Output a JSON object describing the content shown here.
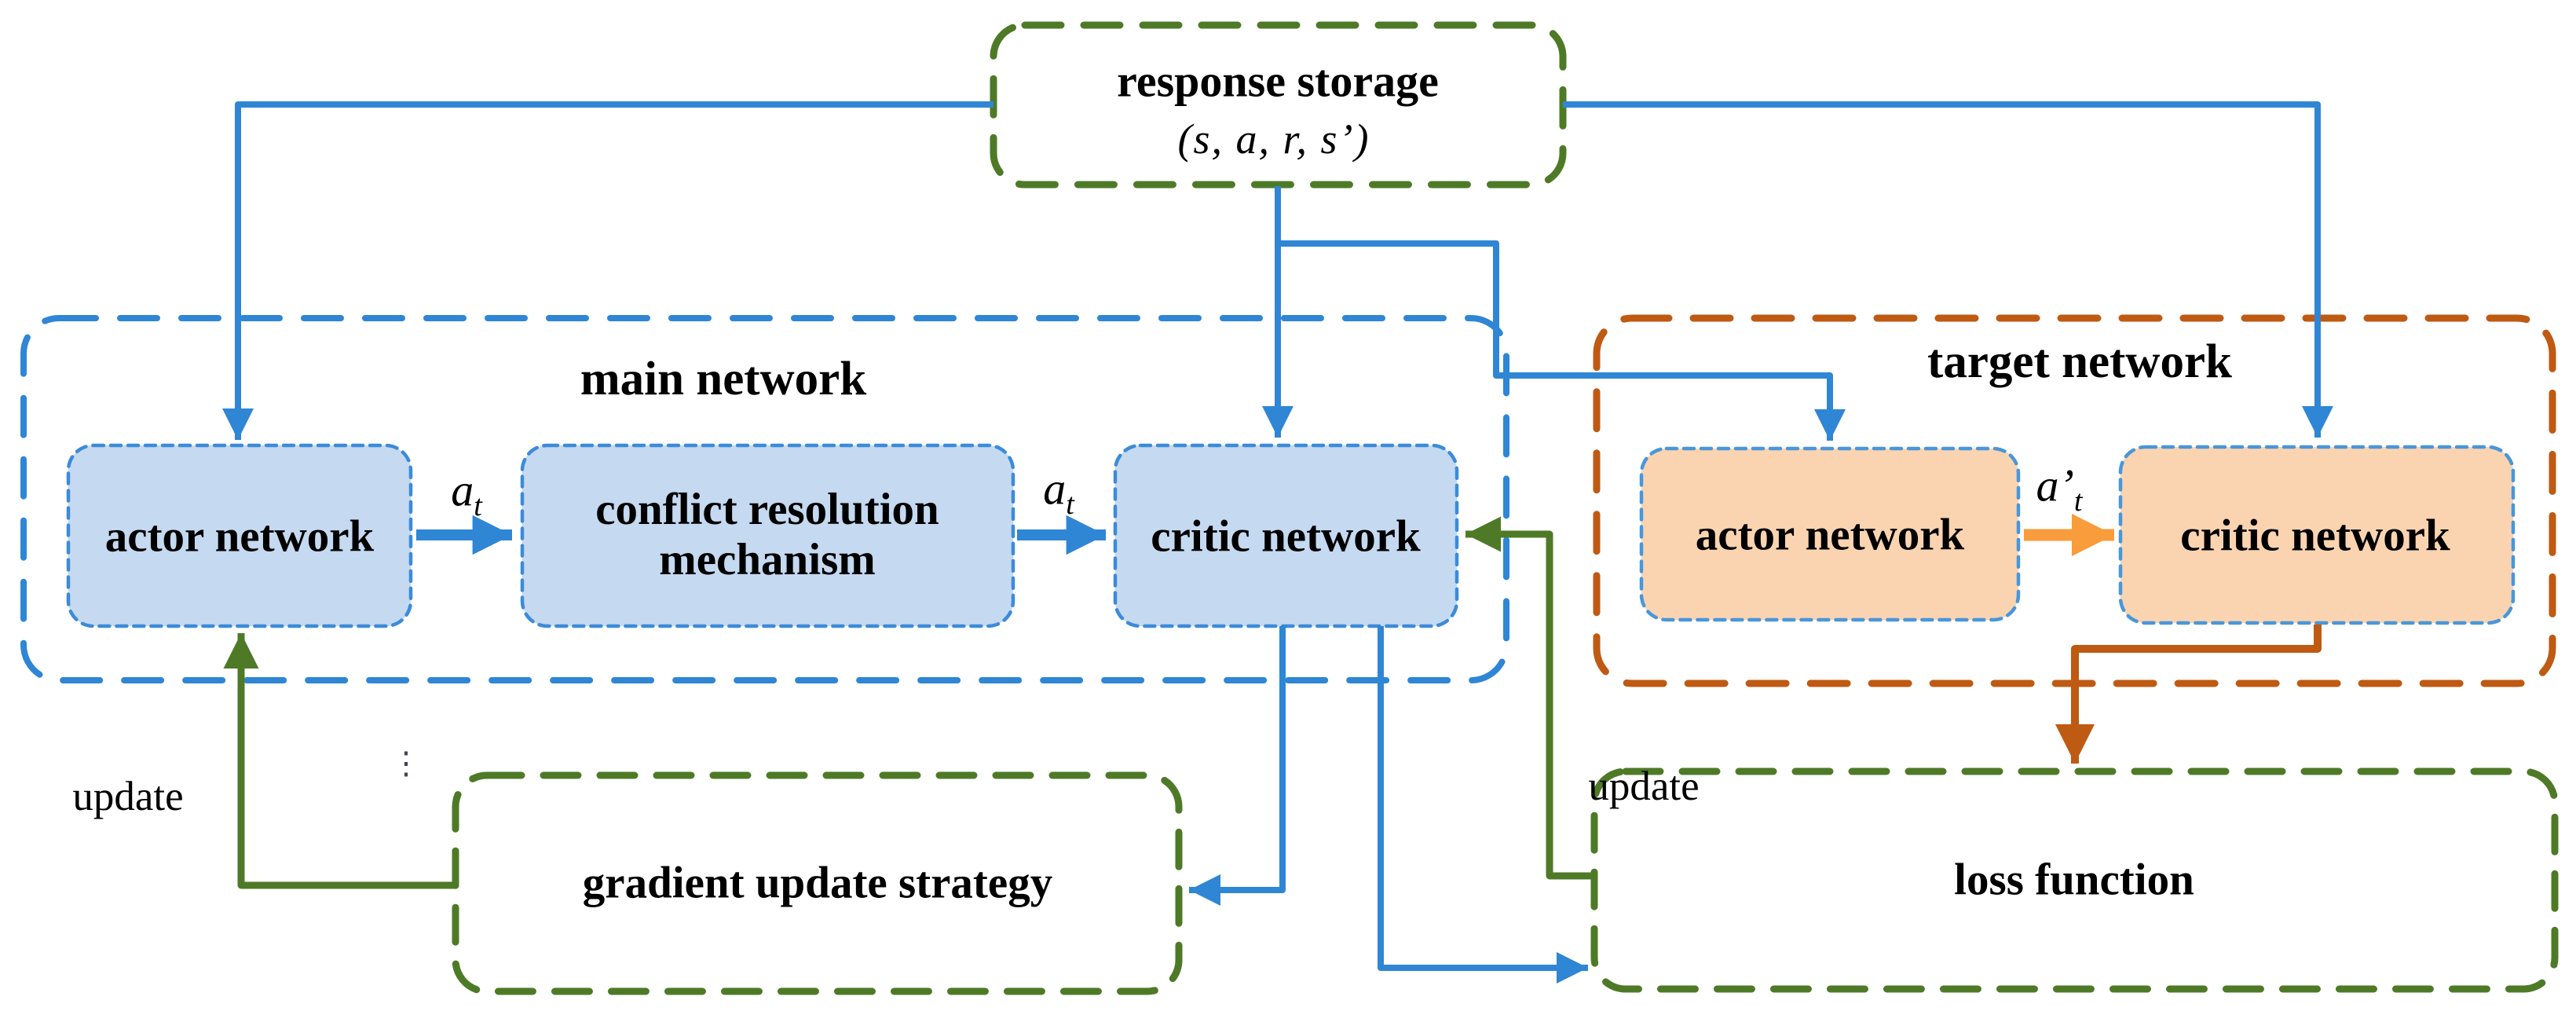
{
  "diagram": {
    "kind": "actor-critic reinforcement learning architecture",
    "colors": {
      "blue_line": "#2e86d4",
      "blue_box_fill": "#c5d9f0",
      "blue_box_border": "#3c8bd9",
      "orange_box_fill": "#fad4b1",
      "orange_box_border": "#4a96d9",
      "olive_green": "#4e7a27",
      "brown": "#bf5a12",
      "orange_arrow": "#f89c3c",
      "text": "#000000"
    }
  },
  "boxes": {
    "response_storage": {
      "title": "response storage",
      "subtitle": "(s, a, r, s’)"
    },
    "main_network": {
      "title": "main network"
    },
    "target_network": {
      "title": "target network"
    },
    "main_actor": {
      "label": "actor network"
    },
    "conflict_resolution": {
      "line1": "conflict resolution",
      "line2": "mechanism"
    },
    "main_critic": {
      "label": "critic network"
    },
    "target_actor": {
      "label": "actor network"
    },
    "target_critic": {
      "label": "critic network"
    },
    "gradient_update": {
      "label": "gradient update strategy"
    },
    "loss_function": {
      "label": "loss function"
    }
  },
  "edge_labels": {
    "action_main_1": {
      "base": "a",
      "sub": "t"
    },
    "action_main_2": {
      "base": "a",
      "sub": "t"
    },
    "action_target": {
      "base": "a’",
      "sub": "t"
    },
    "update_left": "update",
    "update_right": "update",
    "ellipsis": "⋮"
  }
}
